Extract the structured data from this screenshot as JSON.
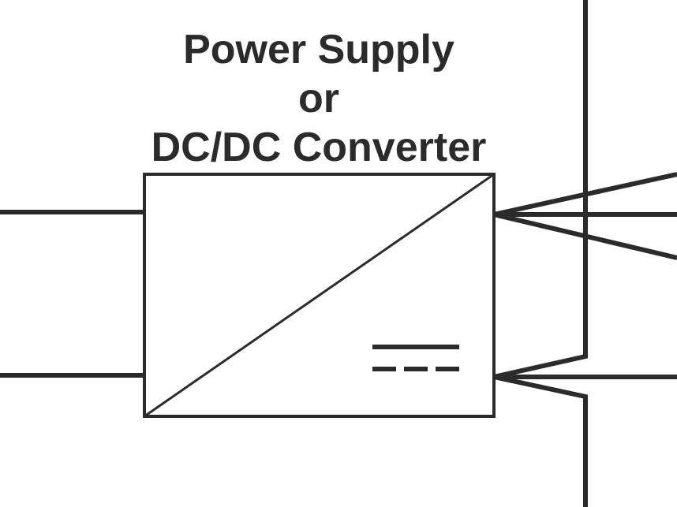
{
  "title": {
    "line1": "Power Supply",
    "line2": "or",
    "line3": "DC/DC Converter"
  },
  "colors": {
    "stroke": "#2b2b2b",
    "background": "#ffffff"
  },
  "symbols": {
    "converter_block": "ac-dc-converter-symbol",
    "dc_marker": "direct-current-symbol"
  }
}
